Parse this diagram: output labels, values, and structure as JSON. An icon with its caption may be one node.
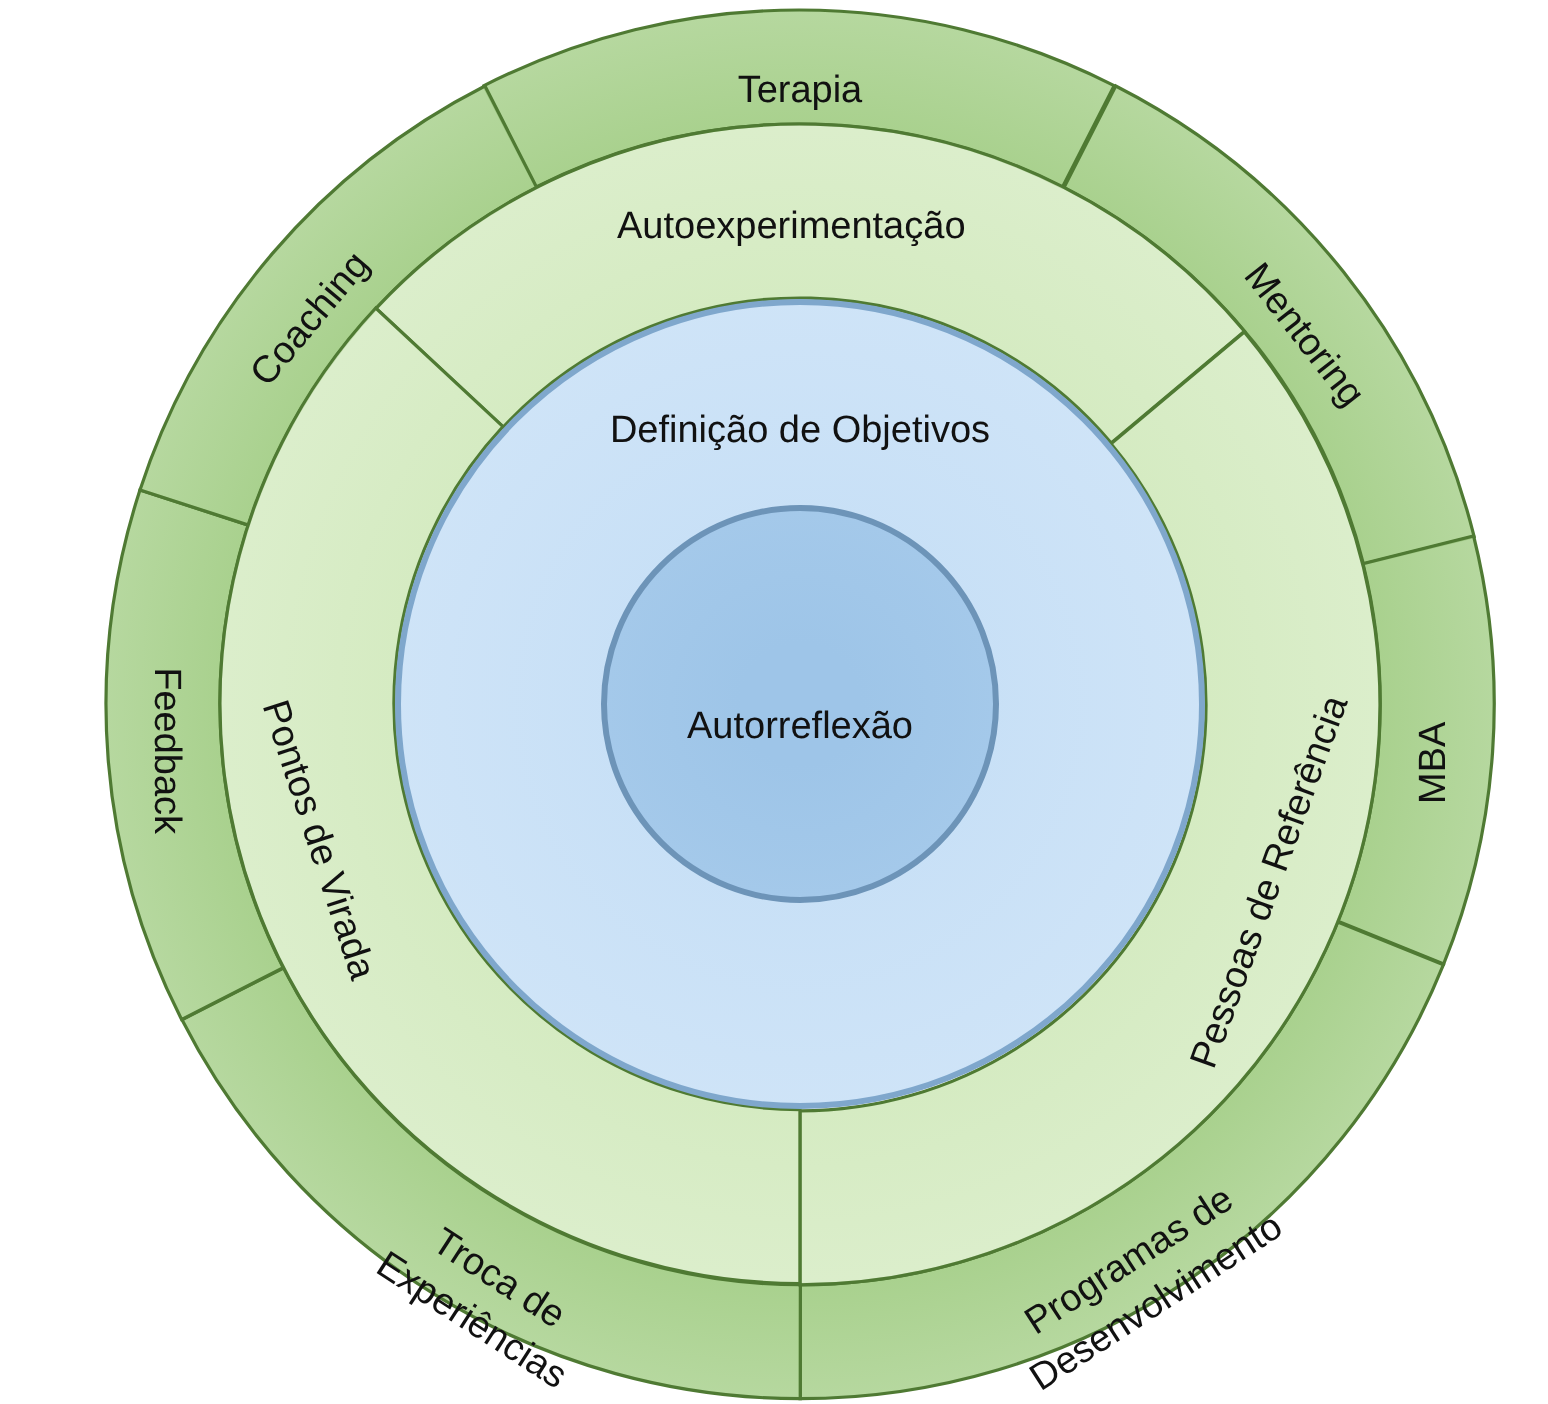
{
  "diagram": {
    "nodes": [
      {
        "text": [
          "Terapia"
        ]
      },
      {
        "text": [
          "Mentoring"
        ]
      },
      {
        "text": [
          "MBA"
        ]
      },
      {
        "text": [
          "Programas de Desenvolvimento"
        ]
      },
      {
        "text": [
          "Troca de Experiências"
        ]
      },
      {
        "text": [
          "Feedback"
        ]
      },
      {
        "text": [
          "Coaching"
        ]
      },
      {
        "text": [
          "Autoexperimentação"
        ]
      },
      {
        "text": [
          "Pessoas de Referência"
        ]
      },
      {
        "text": [
          "Pontos de Virada"
        ]
      },
      {
        "text": [
          "Definição de Objetivos"
        ]
      },
      {
        "text": [
          "Autorreflexão"
        ],
        "in": 10
      }
    ]
  }
}
